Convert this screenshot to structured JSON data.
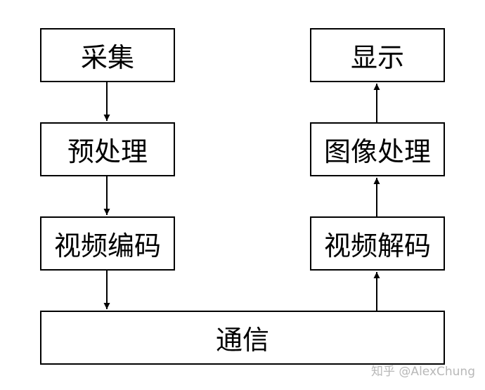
{
  "left_chain": {
    "capture": "采集",
    "preprocess": "预处理",
    "video_encode": "视频编码"
  },
  "right_chain": {
    "display": "显示",
    "image_process": "图像处理",
    "video_decode": "视频解码"
  },
  "bottom": {
    "communication": "通信"
  },
  "watermark": "知乎 @AlexChung"
}
